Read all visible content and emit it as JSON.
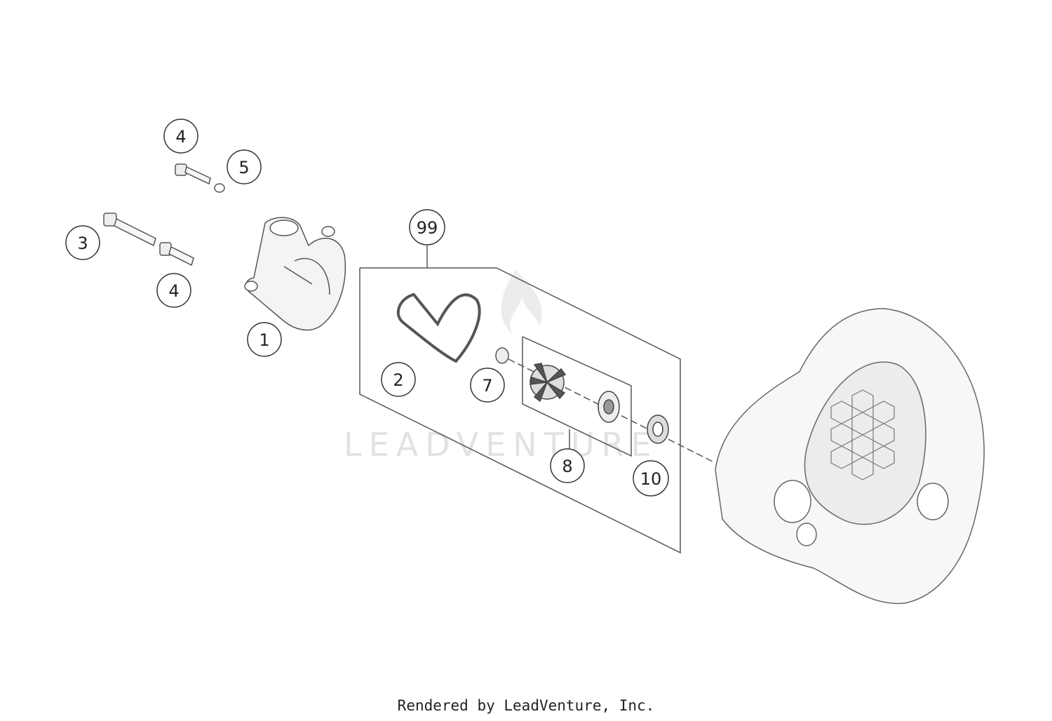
{
  "callouts": [
    {
      "id": "c4a",
      "label": "4"
    },
    {
      "id": "c5",
      "label": "5"
    },
    {
      "id": "c3",
      "label": "3"
    },
    {
      "id": "c4b",
      "label": "4"
    },
    {
      "id": "c1",
      "label": "1"
    },
    {
      "id": "c99",
      "label": "99"
    },
    {
      "id": "c2",
      "label": "2"
    },
    {
      "id": "c7",
      "label": "7"
    },
    {
      "id": "c8",
      "label": "8"
    },
    {
      "id": "c10",
      "label": "10"
    }
  ],
  "watermark": "LEADVENTURE",
  "footer": "Rendered by LeadVenture, Inc."
}
